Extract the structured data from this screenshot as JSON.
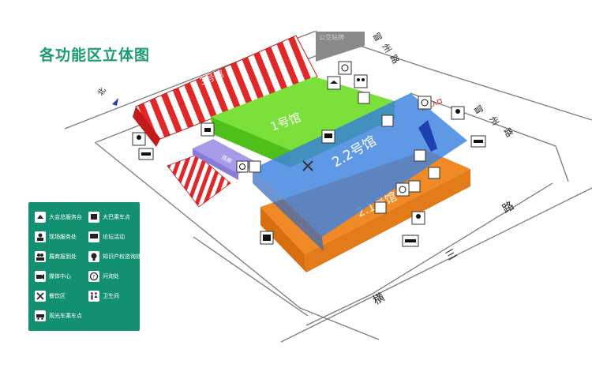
{
  "title": "各功能区立体图",
  "north_label": "北",
  "bus_station_label": "公交站牌",
  "halls": {
    "hall1": "1号馆",
    "hall22": "2.2号馆",
    "hall21": "2.1号馆",
    "hall3": "3号馆",
    "corridor": "连廊"
  },
  "roads": {
    "top_chars": [
      "冒",
      "州",
      "路"
    ],
    "right_chars": [
      "冒",
      "州",
      "路"
    ],
    "bottom_chars": [
      "横",
      "三",
      "路"
    ]
  },
  "entrance_label": "观众入口",
  "legend": {
    "items": [
      {
        "icon": "service-desk-icon",
        "label": "大会总服务台"
      },
      {
        "icon": "bus-icon",
        "label": "大巴乘车点"
      },
      {
        "icon": "onsite-service-icon",
        "label": "现场服务处"
      },
      {
        "icon": "forum-icon",
        "label": "论坛活动"
      },
      {
        "icon": "exhibitor-registration-icon",
        "label": "展商报到处"
      },
      {
        "icon": "ip-consulting-icon",
        "label": "知识产权咨询处"
      },
      {
        "icon": "media-center-icon",
        "label": "媒体中心"
      },
      {
        "icon": "inquiry-icon",
        "label": "问询处"
      },
      {
        "icon": "dining-icon",
        "label": "餐饮区"
      },
      {
        "icon": "restroom-icon",
        "label": "卫生间"
      },
      {
        "icon": "sightseeing-car-icon",
        "label": "观光车乘车点"
      }
    ]
  },
  "colors": {
    "title_green": "#1a9a72",
    "legend_bg": "#138f72",
    "hall1_green": "#7be13a",
    "hall2_blue": "#3c82e0",
    "hall21_orange": "#f08a26",
    "tent_red": "#e02828",
    "corridor_purple": "#a79ae8"
  }
}
